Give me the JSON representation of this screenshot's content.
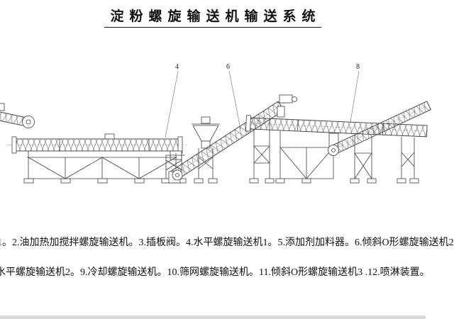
{
  "page": {
    "title": "淀粉螺旋输送机输送系统",
    "colors": {
      "background": "#ffffff",
      "line": "#3f3f3f",
      "bottom_edge": "#d9d9d9"
    }
  },
  "callouts": [
    {
      "label": "4"
    },
    {
      "label": "6"
    },
    {
      "label": "8"
    }
  ],
  "caption": {
    "line1": "1。2.油加热加搅拌螺旋输送机。3.插板阀。4.水平螺旋输送机1。5.添加剂加料器。6.倾斜O形螺旋输送机2",
    "line2": "水平螺旋输送机2。9.冷却螺旋输送机。10.筛网螺旋输送机。11.倾斜O形螺旋输送机3 .12.喷淋装置。"
  }
}
